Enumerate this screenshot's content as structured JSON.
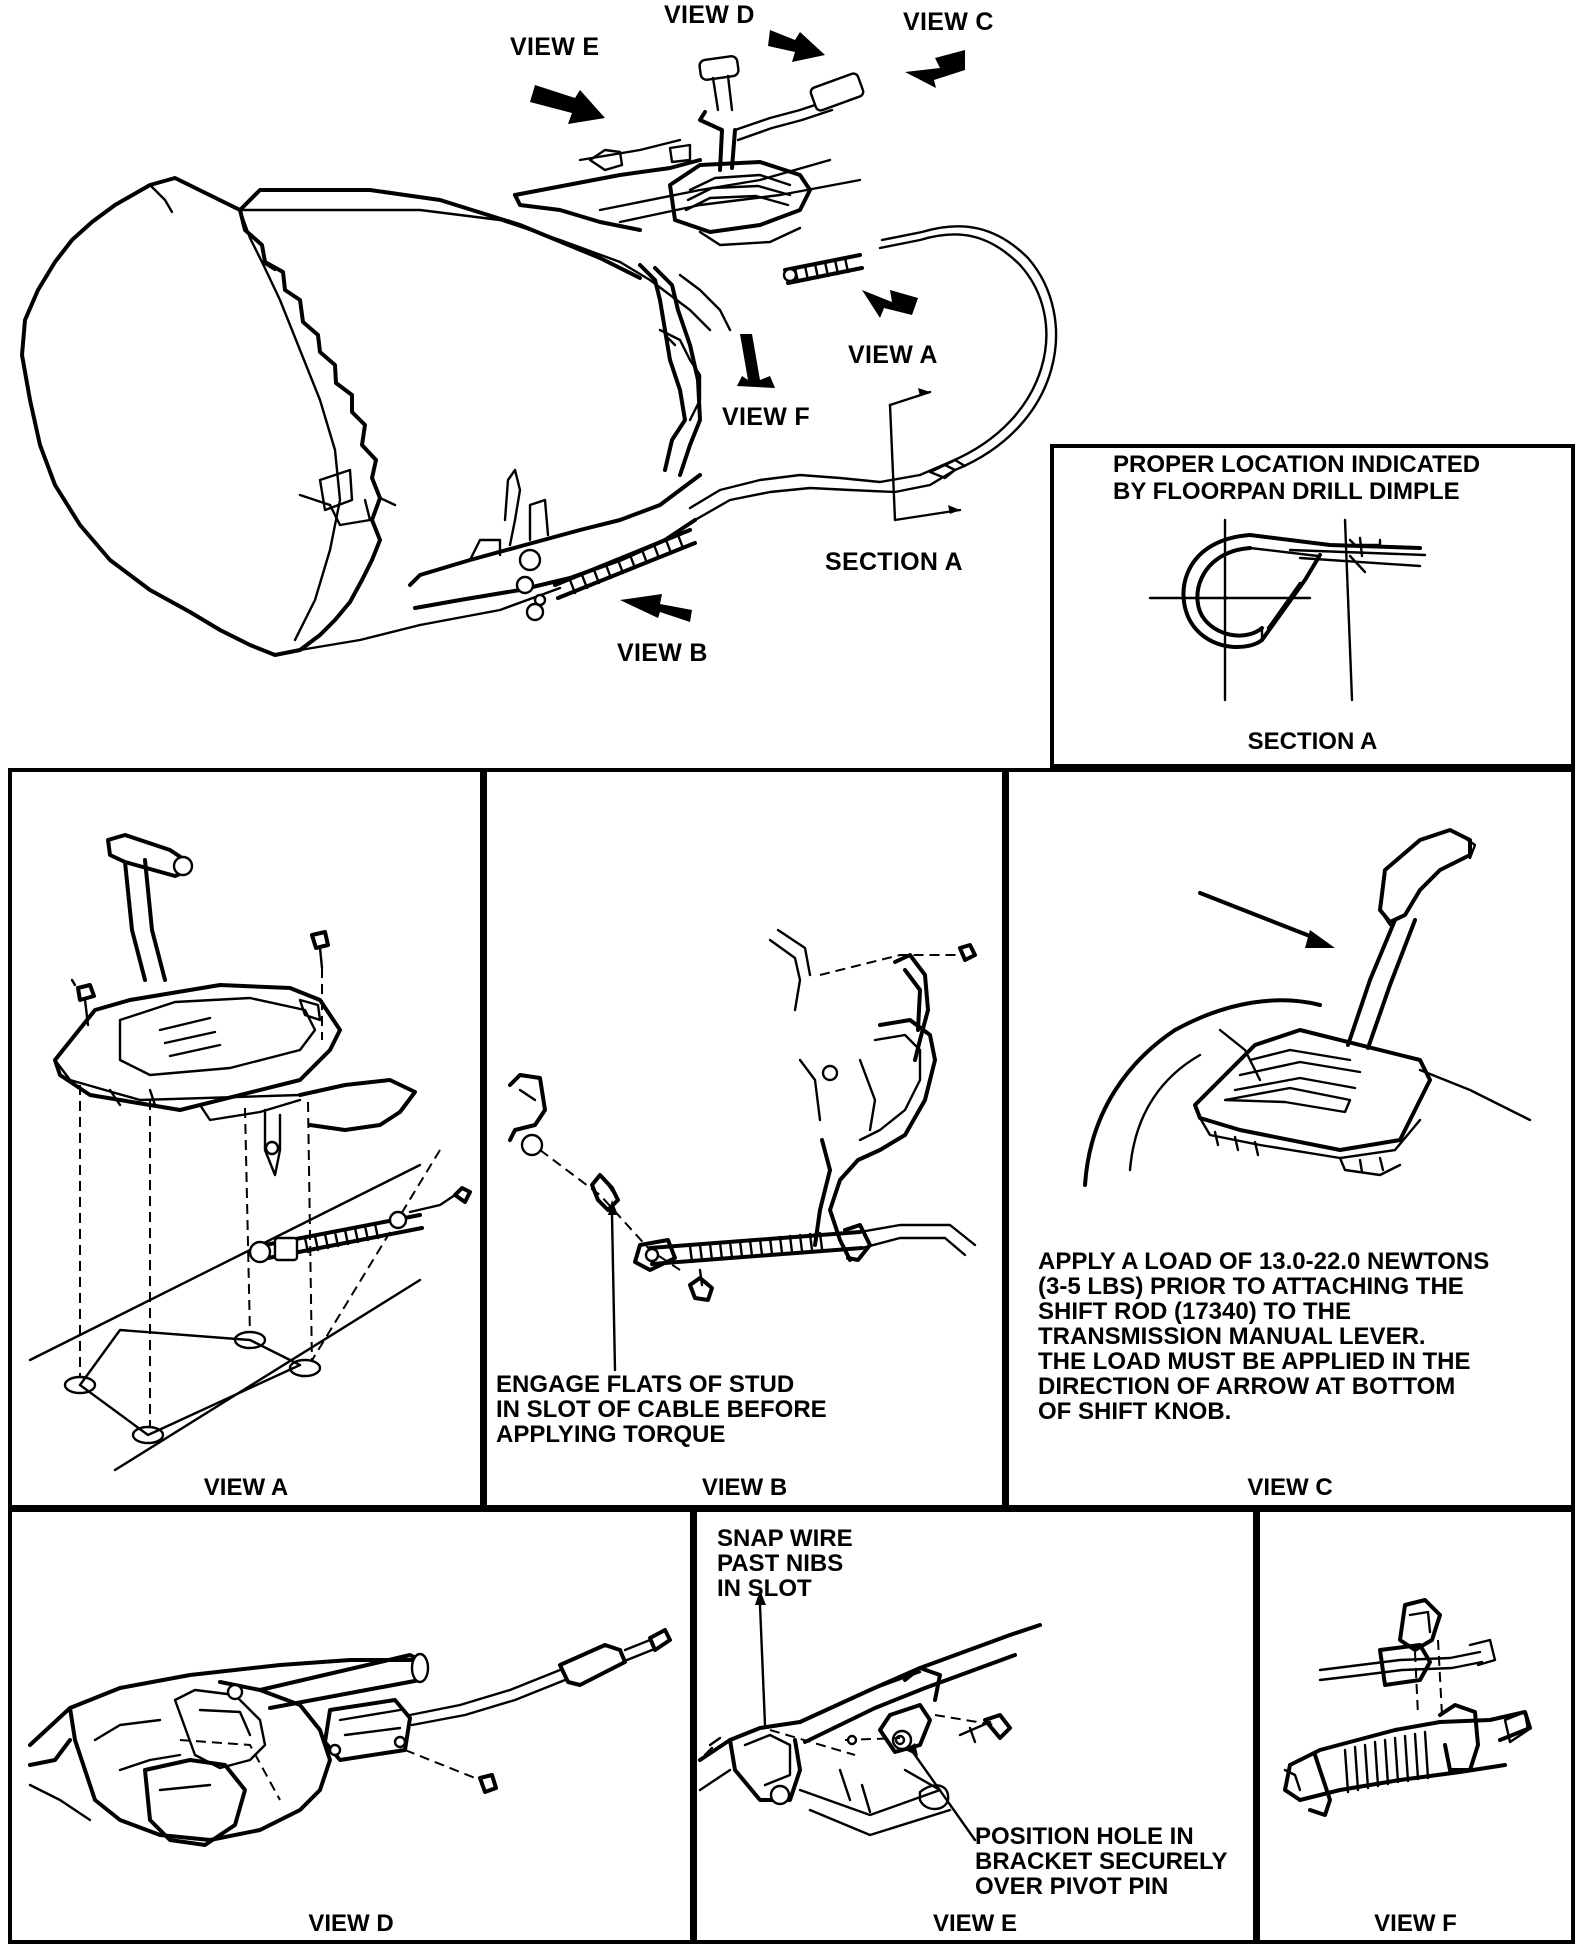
{
  "overview": {
    "labels": {
      "view_d": "VIEW D",
      "view_c": "VIEW C",
      "view_e": "VIEW E",
      "view_a": "VIEW A",
      "view_f": "VIEW F",
      "view_b": "VIEW B",
      "section_a": "SECTION A"
    }
  },
  "section_a_panel": {
    "note_line1": "PROPER LOCATION INDICATED",
    "note_line2": "BY FLOORPAN DRILL DIMPLE",
    "caption": "SECTION A"
  },
  "panels": {
    "view_a": {
      "caption": "VIEW A"
    },
    "view_b": {
      "caption": "VIEW B",
      "note": [
        "ENGAGE FLATS OF STUD",
        "IN SLOT OF CABLE BEFORE",
        "APPLYING TORQUE"
      ]
    },
    "view_c": {
      "caption": "VIEW C",
      "note": [
        "APPLY A LOAD OF 13.0-22.0 NEWTONS",
        "(3-5 LBS) PRIOR TO ATTACHING THE",
        "SHIFT ROD (17340) TO THE",
        "TRANSMISSION MANUAL LEVER.",
        "THE LOAD MUST BE APPLIED IN THE",
        "DIRECTION OF ARROW AT BOTTOM",
        "OF SHIFT KNOB."
      ]
    },
    "view_d": {
      "caption": "VIEW D"
    },
    "view_e": {
      "caption": "VIEW E",
      "note_top": [
        "SNAP WIRE",
        "PAST NIBS",
        "IN SLOT"
      ],
      "note_bottom": [
        "POSITION HOLE IN",
        "BRACKET SECURELY",
        "OVER PIVOT PIN"
      ]
    },
    "view_f": {
      "caption": "VIEW F"
    }
  }
}
